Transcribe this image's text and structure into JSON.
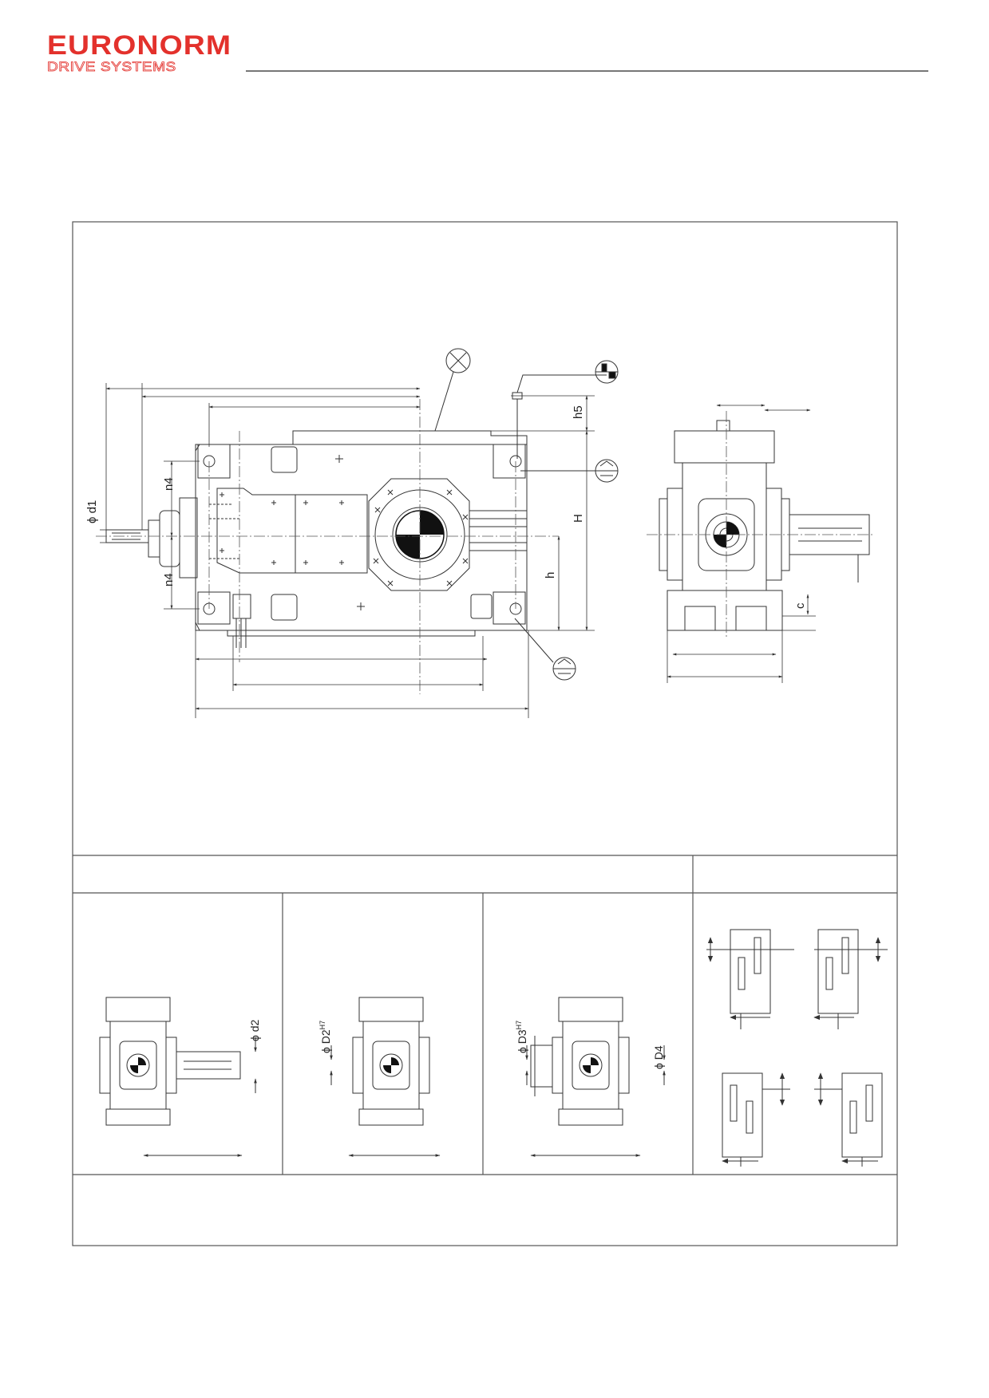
{
  "brand": {
    "name": "EURONORM",
    "tagline": "DRIVE SYSTEMS",
    "color": "#e3312c"
  },
  "labels": {
    "d1": "d1",
    "n4_top": "n4",
    "n4_bottom": "n4",
    "h": "h",
    "H": "H",
    "h5": "h5",
    "c": "c",
    "d2": "d2",
    "D2": "D2",
    "D2_tol": "H7",
    "D3": "D3",
    "D3_tol": "H7",
    "D4": "D4",
    "phi": "ϕ"
  },
  "icons": [
    "phi-symbol",
    "detail-callout-x",
    "oil-fill-symbol",
    "vent-symbol",
    "drain-symbol",
    "arrow-icon"
  ]
}
